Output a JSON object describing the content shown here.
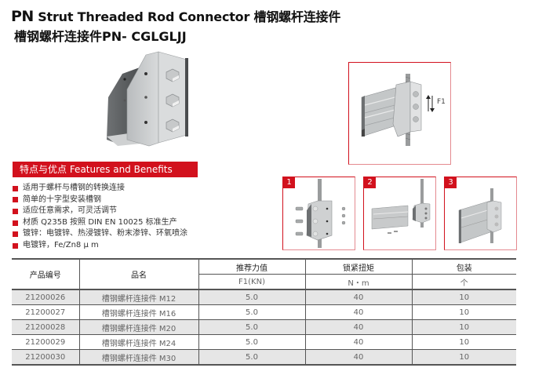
{
  "header": {
    "brand_prefix": "PN",
    "title_en": "Strut Threaded Rod Connector",
    "title_cn": "槽钢螺杆连接件",
    "subtitle_cn": "槽钢螺杆连接件",
    "model_code": "PN- CGLGLJJ"
  },
  "features": {
    "heading": "特点与优点 Features and Benefits",
    "items": [
      "适用于螺杆与槽钢的转换连接",
      "简单的十字型安装槽钢",
      "适应任意需求，可灵活调节",
      "材质 Q235B 按照 DIN EN 10025 标准生产",
      "镀锌：电镀锌、热浸镀锌、粉末渗锌、环氧喷涂",
      "电镀锌，Fe/Zn8 μ m"
    ]
  },
  "images": {
    "main_diagram_label": "F1",
    "steps": [
      "1",
      "2",
      "3"
    ]
  },
  "colors": {
    "accent": "#d2111d"
  },
  "table": {
    "headers": {
      "product_code": "产品编号",
      "product_name": "品名",
      "force": "推荐力值",
      "torque": "锁紧扭矩",
      "package": "包装"
    },
    "units": {
      "force": "F1(KN)",
      "torque": "N・m",
      "package": "个"
    },
    "rows": [
      {
        "code": "21200026",
        "name": "槽钢螺杆连接件 M12",
        "force": "5.0",
        "torque": "40",
        "package": "10"
      },
      {
        "code": "21200027",
        "name": "槽钢螺杆连接件 M16",
        "force": "5.0",
        "torque": "40",
        "package": "10"
      },
      {
        "code": "21200028",
        "name": "槽钢螺杆连接件 M20",
        "force": "5.0",
        "torque": "40",
        "package": "10"
      },
      {
        "code": "21200029",
        "name": "槽钢螺杆连接件 M24",
        "force": "5.0",
        "torque": "40",
        "package": "10"
      },
      {
        "code": "21200030",
        "name": "槽钢螺杆连接件 M30",
        "force": "5.0",
        "torque": "40",
        "package": "10"
      }
    ]
  }
}
